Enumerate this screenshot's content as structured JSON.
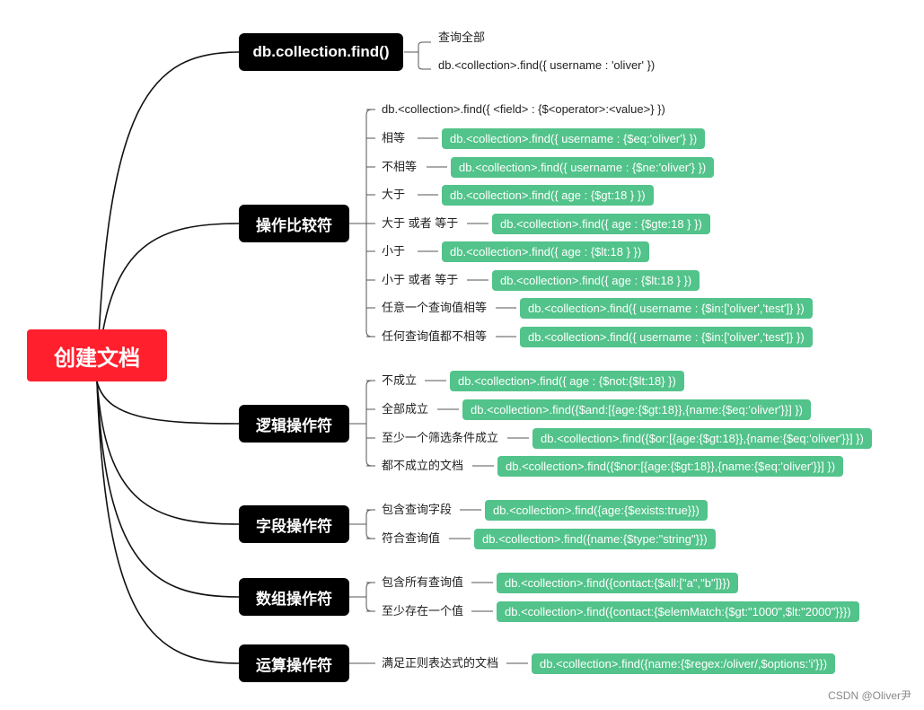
{
  "root": {
    "label": "创建文档"
  },
  "branches": [
    {
      "label": "db.collection.find()",
      "items": [
        {
          "label": "查询全部"
        },
        {
          "label": "db.<collection>.find({ username : 'oliver' })"
        }
      ]
    },
    {
      "label": "操作比较符",
      "items": [
        {
          "label": "db.<collection>.find({ <field> : {$<operator>:<value>} })"
        },
        {
          "label": "相等",
          "code": "db.<collection>.find({ username : {$eq:'oliver'} })"
        },
        {
          "label": "不相等",
          "code": "db.<collection>.find({ username : {$ne:'oliver'} })"
        },
        {
          "label": "大于",
          "code": "db.<collection>.find({ age : {$gt:18 } })"
        },
        {
          "label": "大于 或者 等于",
          "code": "db.<collection>.find({ age : {$gte:18 } })"
        },
        {
          "label": "小于",
          "code": "db.<collection>.find({ age : {$lt:18 } })"
        },
        {
          "label": "小于 或者 等于",
          "code": "db.<collection>.find({ age : {$lt:18 } })"
        },
        {
          "label": "任意一个查询值相等",
          "code": "db.<collection>.find({ username : {$in:['oliver','test']} })"
        },
        {
          "label": "任何查询值都不相等",
          "code": "db.<collection>.find({ username : {$in:['oliver','test']} })"
        }
      ]
    },
    {
      "label": "逻辑操作符",
      "items": [
        {
          "label": "不成立",
          "code": "db.<collection>.find({ age : {$not:{$lt:18} })"
        },
        {
          "label": "全部成立",
          "code": "db.<collection>.find({$and:[{age:{$gt:18}},{name:{$eq:'oliver'}}] })"
        },
        {
          "label": "至少一个筛选条件成立",
          "code": "db.<collection>.find({$or:[{age:{$gt:18}},{name:{$eq:'oliver'}}] })"
        },
        {
          "label": "都不成立的文档",
          "code": "db.<collection>.find({$nor:[{age:{$gt:18}},{name:{$eq:'oliver'}}] })"
        }
      ]
    },
    {
      "label": "字段操作符",
      "items": [
        {
          "label": "包含查询字段",
          "code": "db.<collection>.find({age:{$exists:true}})"
        },
        {
          "label": "符合查询值",
          "code": "db.<collection>.find({name:{$type:\"string\"}})"
        }
      ]
    },
    {
      "label": "数组操作符",
      "items": [
        {
          "label": "包含所有查询值",
          "code": "db.<collection>.find({contact:{$all:[\"a\",\"b\"]}})"
        },
        {
          "label": "至少存在一个值",
          "code": "db.<collection>.find({contact:{$elemMatch:{$gt:\"1000\",$lt:\"2000\"}}})"
        }
      ]
    },
    {
      "label": "运算操作符",
      "items": [
        {
          "label": "满足正则表达式的文档",
          "code": "db.<collection>.find({name:{$regex:/oliver/,$options:'i'}})"
        }
      ]
    }
  ],
  "watermark": "CSDN @Oliver尹"
}
